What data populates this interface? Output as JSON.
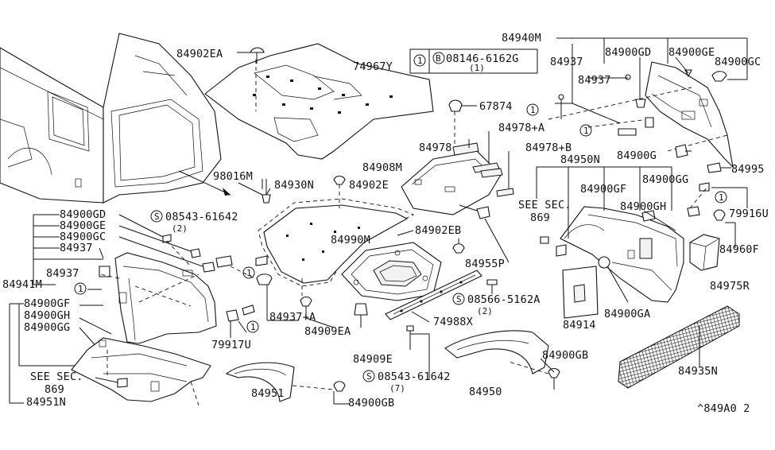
{
  "labels": {
    "l84902EA": "84902EA",
    "l74967Y": "74967Y",
    "bolt_ref": "08146-6162G",
    "bolt_qty": "(1)",
    "l84940M": "84940M",
    "l84937a": "84937",
    "l84900GDa": "84900GD",
    "l84900GEa": "84900GE",
    "l84900GC": "84900GC",
    "l84937b": "84937",
    "l67874": "67874",
    "l84978A": "84978+A",
    "l84978": "84978",
    "l84978B": "84978+B",
    "l84900G": "84900G",
    "l84995": "84995",
    "l98016M": "98016M",
    "l84930N": "84930N",
    "l84902E": "84902E",
    "l84908M": "84908M",
    "l84950N": "84950N",
    "l84900GF": "84900GF",
    "l84900GGa": "84900GG",
    "see_sec_a": "SEE SEC.",
    "see_sec_a_num": "869",
    "l84900GH": "84900GH",
    "l79916U": "79916U",
    "l84900GDb": "84900GD",
    "l84900GEb": "84900GE",
    "l84900GCb": "84900GC",
    "l84937c": "84937",
    "l84941M": "84941M",
    "l84937d": "84937",
    "screw_ref_a": "08543-61642",
    "screw_qty_a": "(2)",
    "l84990M": "84990M",
    "l84902EB": "84902EB",
    "l84955P": "84955P",
    "l84960F": "84960F",
    "l84975R": "84975R",
    "l84900GFb": "84900GF",
    "l84900GHb": "84900GH",
    "l84900GGb": "84900GG",
    "l84937A": "84937+A",
    "l84909EA": "84909EA",
    "screw_ref_b": "08566-5162A",
    "screw_qty_b": "(2)",
    "l84914": "84914",
    "l84900GA": "84900GA",
    "l79917U": "79917U",
    "l74988X": "74988X",
    "l84909E": "84909E",
    "see_sec_b": "SEE SEC.",
    "see_sec_b_num": "869",
    "l84951N": "84951N",
    "l84951": "84951",
    "screw_ref_c": "08543-61642",
    "screw_qty_c": "(7)",
    "l84950": "84950",
    "l84900GBa": "84900GB",
    "l84900GBb": "84900GB",
    "l84935N": "84935N",
    "diagram_code": "^849A0 2"
  },
  "callout_marks": {
    "circled_one": "1",
    "circled_b": "B",
    "circled_s": "S"
  }
}
